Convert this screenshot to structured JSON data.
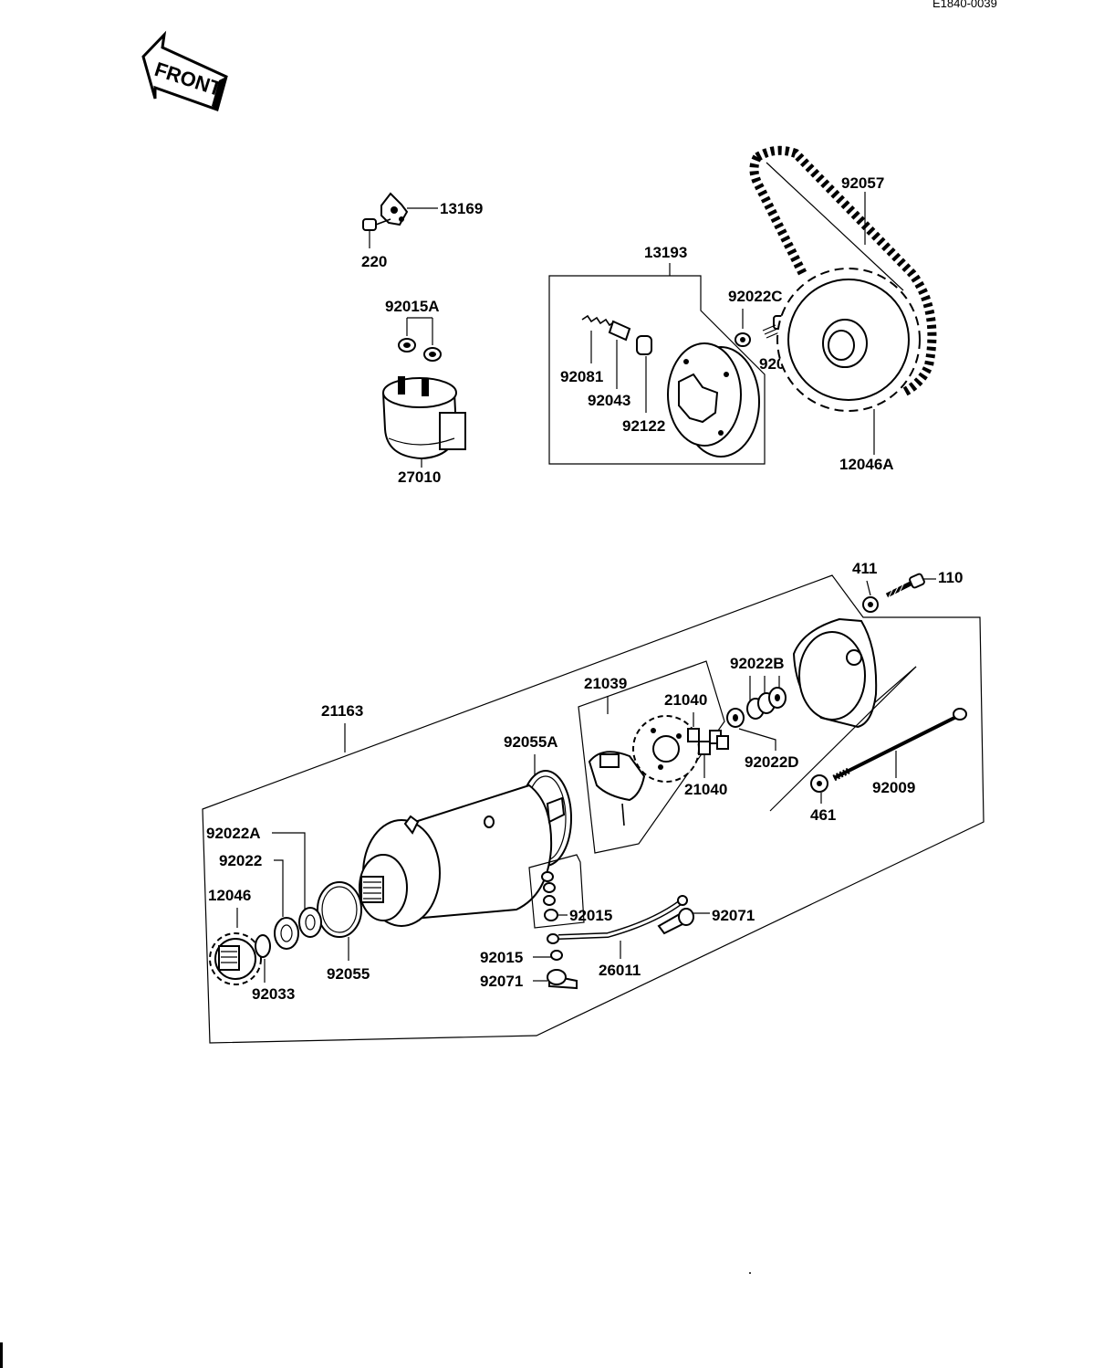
{
  "ref_code": "E1840-0039",
  "front_label": "FRONT",
  "parts": {
    "p13169": "13169",
    "p220": "220",
    "p92015A": "92015A",
    "p27010": "27010",
    "p13193": "13193",
    "p92081": "92081",
    "p92043": "92043",
    "p92122": "92122",
    "p92022C": "92022C",
    "p92001": "92001",
    "p92057": "92057",
    "p12046A": "12046A",
    "p411": "411",
    "p110": "110",
    "p21163": "21163",
    "p21039": "21039",
    "p21040a": "21040",
    "p21040b": "21040",
    "p92022B": "92022B",
    "p92022D": "92022D",
    "p92055A": "92055A",
    "p92009": "92009",
    "p461": "461",
    "p92022A": "92022A",
    "p92022": "92022",
    "p12046": "12046",
    "p92033": "92033",
    "p92055": "92055",
    "p92015a": "92015",
    "p92015b": "92015",
    "p92071a": "92071",
    "p92071b": "92071",
    "p26011": "26011"
  }
}
